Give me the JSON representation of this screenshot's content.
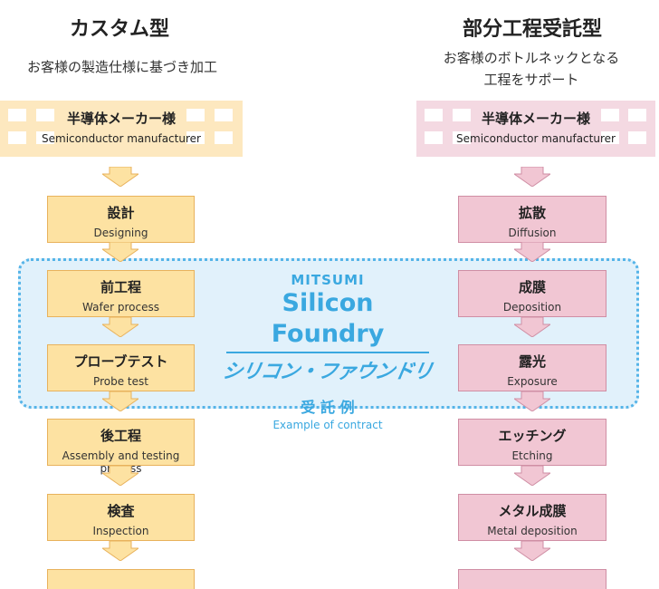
{
  "left": {
    "title": "カスタム型",
    "subtitle": "お客様の製造仕様に基づき加工",
    "banner": {
      "jp": "半導体メーカー様",
      "en": "Semiconductor manufacturer"
    },
    "steps": [
      {
        "jp": "設計",
        "en": "Designing"
      },
      {
        "jp": "前工程",
        "en": "Wafer process"
      },
      {
        "jp": "プローブテスト",
        "en": "Probe test"
      },
      {
        "jp": "後工程",
        "en": "Assembly and testing process"
      },
      {
        "jp": "検査",
        "en": "Inspection"
      }
    ]
  },
  "right": {
    "title": "部分工程受託型",
    "subtitle_line1": "お客様のボトルネックとなる",
    "subtitle_line2": "工程をサポート",
    "banner": {
      "jp": "半導体メーカー様",
      "en": "Semiconductor manufacturer"
    },
    "steps": [
      {
        "jp": "拡散",
        "en": "Diffusion"
      },
      {
        "jp": "成膜",
        "en": "Deposition"
      },
      {
        "jp": "露光",
        "en": "Exposure"
      },
      {
        "jp": "エッチング",
        "en": "Etching"
      },
      {
        "jp": "メタル成膜",
        "en": "Metal deposition"
      }
    ]
  },
  "center": {
    "brand": "MITSUMI",
    "product": "Silicon Foundry",
    "product_kana": "シリコン・ファウンドリ",
    "example_jp": "受 託 例",
    "example_en": "Example of contract"
  },
  "colors": {
    "yellow_fill": "#fde2a2",
    "pink_fill": "#f1c6d3",
    "zone_fill": "#e1f1fb",
    "brand_blue": "#3aa8e0"
  }
}
